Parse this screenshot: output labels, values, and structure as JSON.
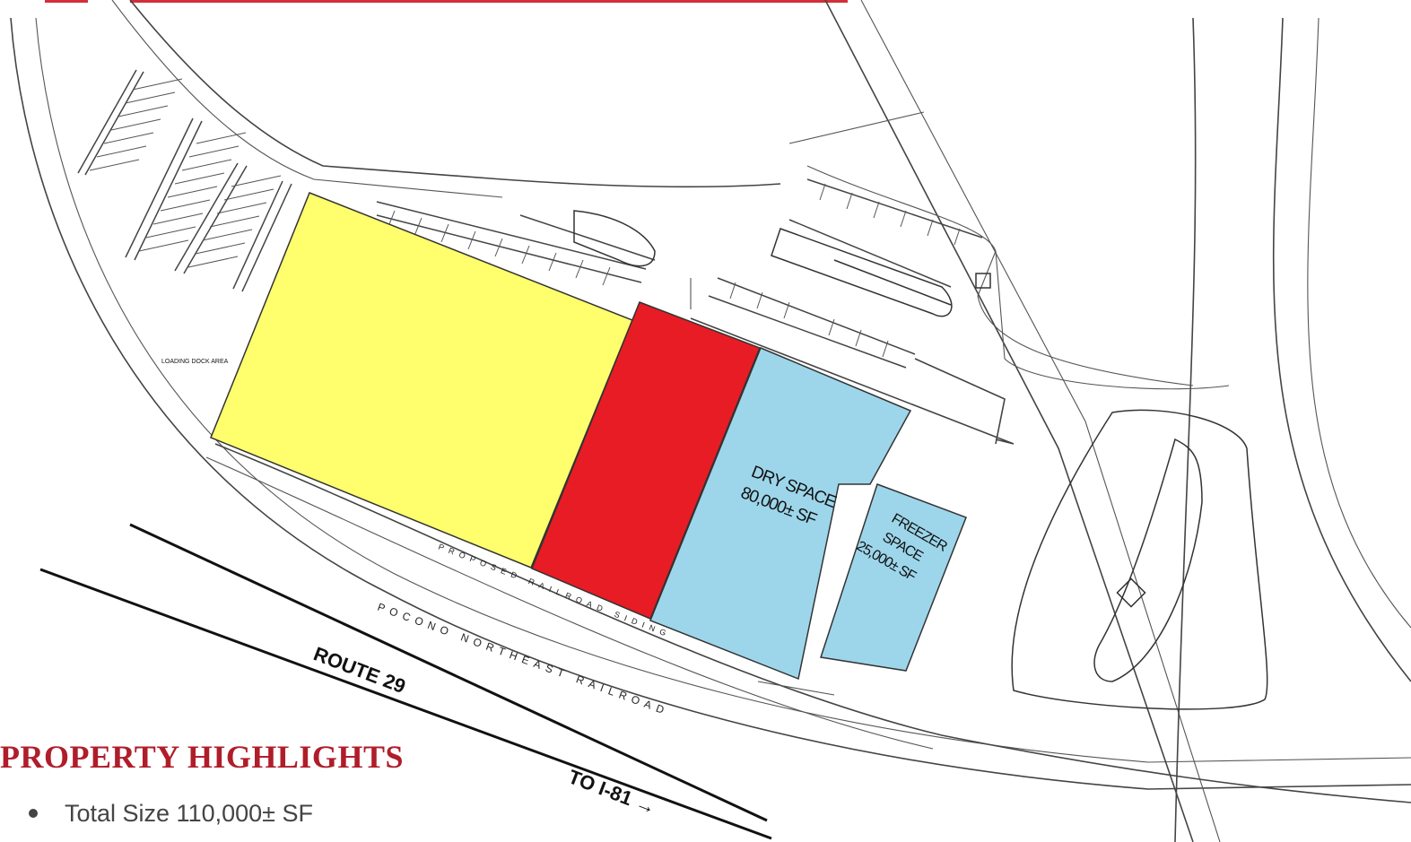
{
  "colors": {
    "yellow_area": "#ffff6e",
    "red_area": "#e81c24",
    "dry_space": "#9dd6ea",
    "freezer_space": "#9dd6ea",
    "title_red": "#b01d2a",
    "top_bar": "#d32f3a"
  },
  "plan": {
    "dry_space": {
      "line1": "DRY SPACE",
      "line2": "80,000± SF"
    },
    "freezer_space": {
      "line1": "FREEZER",
      "line2": "SPACE",
      "line3": "25,000± SF"
    },
    "route_label": "ROUTE 29",
    "interstate_label": "TO I-81 →",
    "railroad_label": "POCONO NORTHEAST RAILROAD",
    "proposed_siding": "PROPOSED RAILROAD SIDING",
    "loading_dock_note": "LOADING DOCK AREA"
  },
  "highlights": {
    "title": "PROPERTY HIGHLIGHTS",
    "items": [
      "Total Size 110,000± SF"
    ]
  }
}
